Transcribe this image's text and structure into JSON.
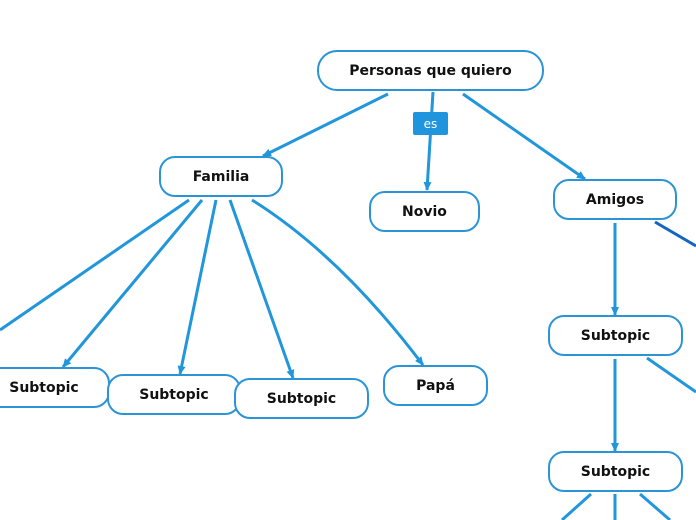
{
  "colors": {
    "connector": "#2196db",
    "connector_dark": "#1565c0",
    "node_border": "#2b94d6",
    "label_bg": "#1f95dd"
  },
  "nodes": {
    "root": "Personas que quiero",
    "familia": "Familia",
    "novio": "Novio",
    "amigos": "Amigos",
    "familia_subtopic_1": "Subtopic",
    "familia_subtopic_2": "Subtopic",
    "familia_subtopic_3": "Subtopic",
    "papa": "Papá",
    "amigos_subtopic_1": "Subtopic",
    "amigos_subtopic_2": "Subtopic"
  },
  "link_labels": {
    "root_to_novio": "es"
  }
}
